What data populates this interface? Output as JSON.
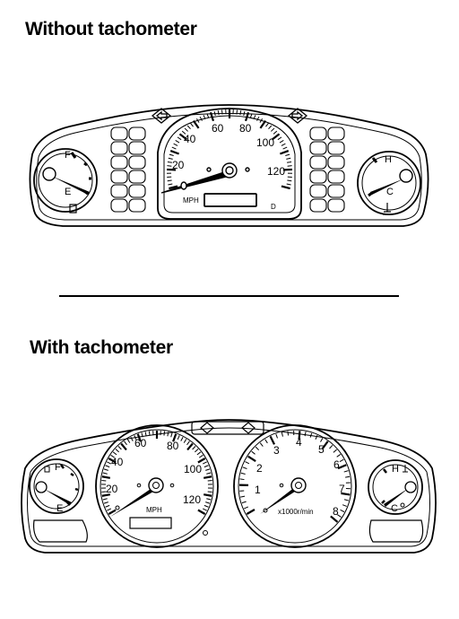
{
  "headings": {
    "without": "Without tachometer",
    "with": "With tachometer"
  },
  "cluster_without": {
    "speed_labels": [
      "20",
      "40",
      "60",
      "80",
      "100",
      "120"
    ],
    "unit": "MPH",
    "odo_letter": "D",
    "fuel_full": "F",
    "fuel_empty": "E",
    "temp_hot": "H",
    "temp_cold": "C"
  },
  "cluster_with": {
    "speed_labels": [
      "20",
      "40",
      "60",
      "80",
      "100",
      "120"
    ],
    "unit": "MPH",
    "tach_labels": [
      "1",
      "2",
      "3",
      "4",
      "5",
      "6",
      "7",
      "8"
    ],
    "tach_unit": "x1000r/min",
    "fuel_full": "F",
    "fuel_empty": "E",
    "temp_hot": "H",
    "temp_cold": "C"
  }
}
